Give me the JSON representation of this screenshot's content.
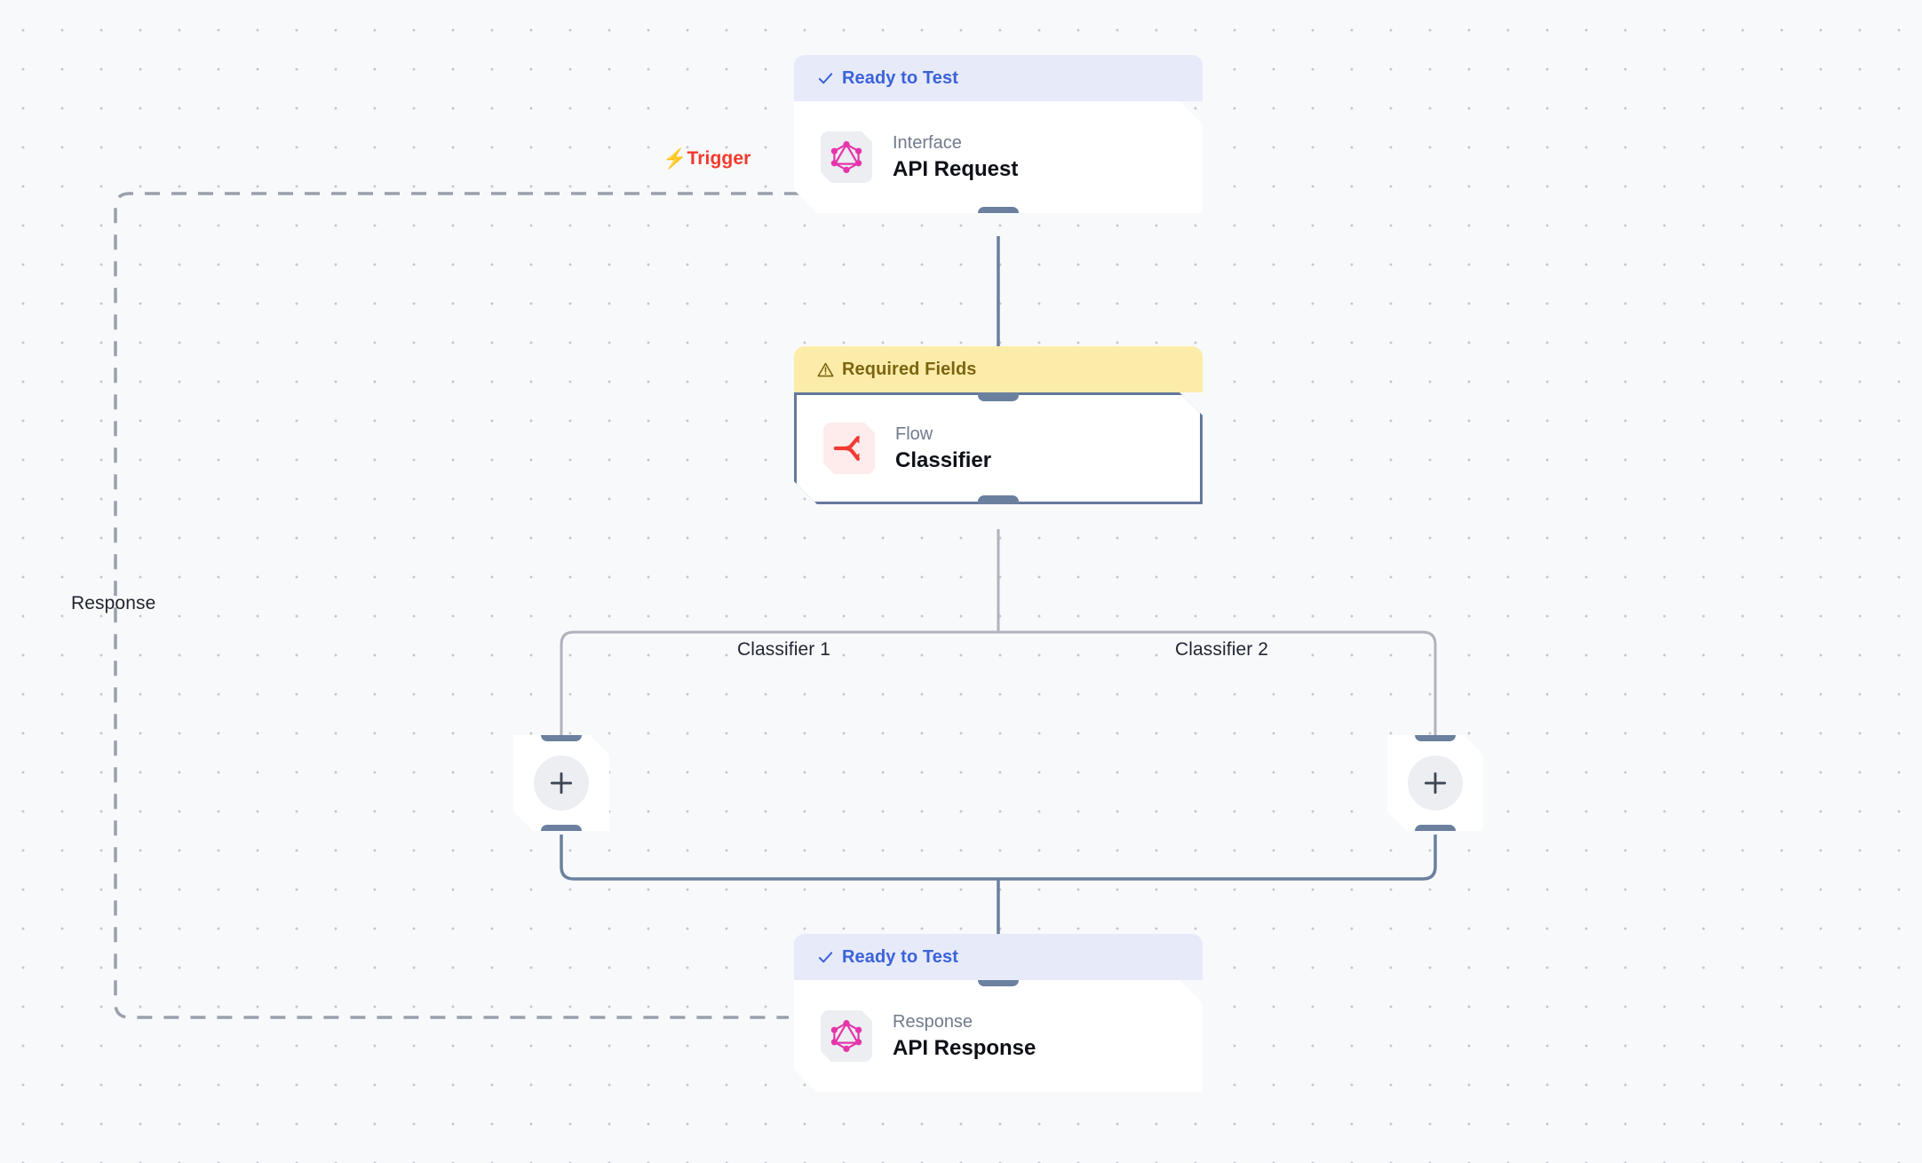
{
  "canvas": {
    "background_color": "#f8f9fb",
    "dot_color": "#c3c6cf",
    "grid_spacing": 44
  },
  "colors": {
    "ready_banner_bg": "#e6eaf9",
    "ready_banner_text": "#3b62d9",
    "warn_banner_bg": "#fcecaa",
    "warn_banner_text": "#7c6410",
    "edge_dark": "#6b809f",
    "edge_light": "#b0b3bd",
    "edge_dashed": "#9aa0ab",
    "trigger_red": "#f5392b",
    "graphql_pink": "#e535ab",
    "flow_red": "#ef3b33",
    "selected_border": "#63789a"
  },
  "edge_labels": {
    "trigger": "Trigger",
    "response": "Response",
    "branch_1": "Classifier 1",
    "branch_2": "Classifier 2"
  },
  "nodes": [
    {
      "id": "api-request",
      "status": "Ready to Test",
      "status_type": "ready",
      "status_icon": "check-icon",
      "category": "Interface",
      "title": "API Request",
      "icon": "graphql-icon",
      "selected": false
    },
    {
      "id": "classifier",
      "status": "Required Fields",
      "status_type": "warn",
      "status_icon": "warning-triangle-icon",
      "category": "Flow",
      "title": "Classifier",
      "icon": "flow-shuffle-icon",
      "selected": true
    },
    {
      "id": "api-response",
      "status": "Ready to Test",
      "status_type": "ready",
      "status_icon": "check-icon",
      "category": "Response",
      "title": "API Response",
      "icon": "graphql-icon",
      "selected": false
    }
  ],
  "placeholders": [
    {
      "id": "add-node-branch-1",
      "icon": "plus-icon",
      "branch": "Classifier 1"
    },
    {
      "id": "add-node-branch-2",
      "icon": "plus-icon",
      "branch": "Classifier 2"
    }
  ]
}
